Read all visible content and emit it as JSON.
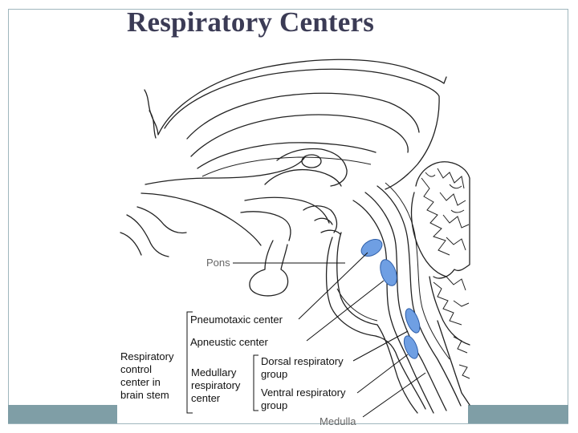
{
  "slide": {
    "title": "Respiratory Centers"
  },
  "diagram": {
    "labels": {
      "pons": "Pons",
      "pneumotaxic": "Pneumotaxic center",
      "apneustic": "Apneustic center",
      "rccb_1": "Respiratory",
      "rccb_2": "control",
      "rccb_3": "center in",
      "rccb_4": "brain stem",
      "mrc_1": "Medullary",
      "mrc_2": "respiratory",
      "mrc_3": "center",
      "drg_1": "Dorsal respiratory",
      "drg_2": "group",
      "vrg_1": "Ventral respiratory",
      "vrg_2": "group",
      "medulla": "Medulla"
    },
    "colors": {
      "nucleus_fill": "#6f9fe3",
      "footer_bar": "#7f9ea6",
      "title_text": "#3b3b55"
    }
  }
}
